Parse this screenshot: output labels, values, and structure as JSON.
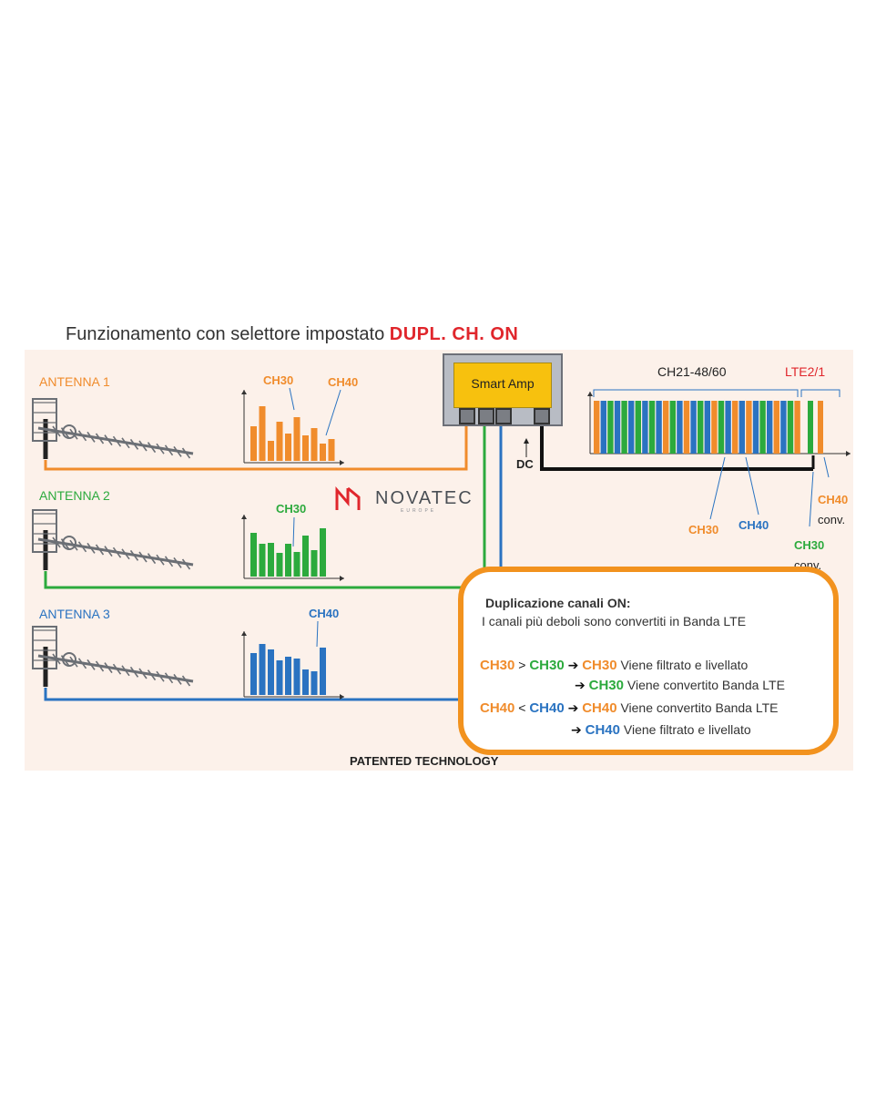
{
  "title": {
    "prefix": "Funzionamento con selettore impostato",
    "highlight": "DUPL. CH. ON"
  },
  "antennas": [
    {
      "label": "ANTENNA 1",
      "color": "#f08c2c",
      "channels": [
        "CH30",
        "CH40"
      ]
    },
    {
      "label": "ANTENNA 2",
      "color": "#2caa3d",
      "channels": [
        "CH30"
      ]
    },
    {
      "label": "ANTENNA 3",
      "color": "#2a73c1",
      "channels": [
        "CH40"
      ]
    }
  ],
  "amp": {
    "label": "Smart Amp"
  },
  "logo": {
    "name": "NOVATEC",
    "tag": "EUROPE"
  },
  "dc_label": "DC",
  "spectrum": {
    "band_label": "CH21-48/60",
    "lte_label": "LTE2/1",
    "ch30": "CH30",
    "ch40": "CH40",
    "ch40_conv": "CH40",
    "ch30_conv": "CH30",
    "conv": "conv."
  },
  "info": {
    "title": "Duplicazione canali ON:",
    "subtitle": "I canali più deboli sono convertiti in Banda LTE",
    "rows": [
      {
        "a": "CH30",
        "op": ">",
        "b": "CH30",
        "c": "CH30",
        "text": "Viene filtrato e livellato"
      },
      {
        "c": "CH30",
        "text": "Viene convertito Banda LTE"
      },
      {
        "a": "CH40",
        "op": "<",
        "b": "CH40",
        "c": "CH40",
        "text": "Viene convertito Banda LTE"
      },
      {
        "c": "CH40",
        "text": "Viene filtrato e livellato"
      }
    ]
  },
  "footer": "PATENTED TECHNOLOGY",
  "colors": {
    "orange": "#f08c2c",
    "green": "#2caa3d",
    "blue": "#2a73c1",
    "red": "#e0262c",
    "box_border": "#f2921e",
    "amp_yellow": "#f7c10e"
  }
}
